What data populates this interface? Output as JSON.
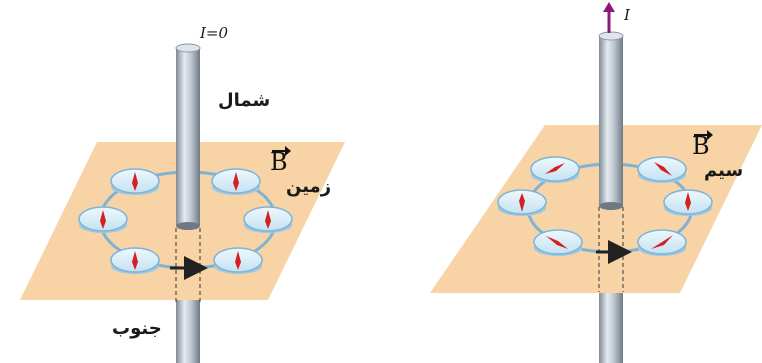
{
  "panel_left": {
    "current_label": "I=0",
    "north_label": "شمال",
    "south_label": "جنوب",
    "field_symbol": "B",
    "field_label": "زمین",
    "compass_needle_direction": "north"
  },
  "panel_right": {
    "current_label": "I",
    "field_symbol": "B",
    "field_label": "سیم",
    "compass_needle_direction": "circular"
  },
  "colors": {
    "plane": "#f7d3a6",
    "compass_face": "#d7edf7",
    "compass_edge": "#7fb3d6",
    "needle": "#d42020",
    "wire": "#aab4bf",
    "current_arrow": "#8a1a7a"
  }
}
